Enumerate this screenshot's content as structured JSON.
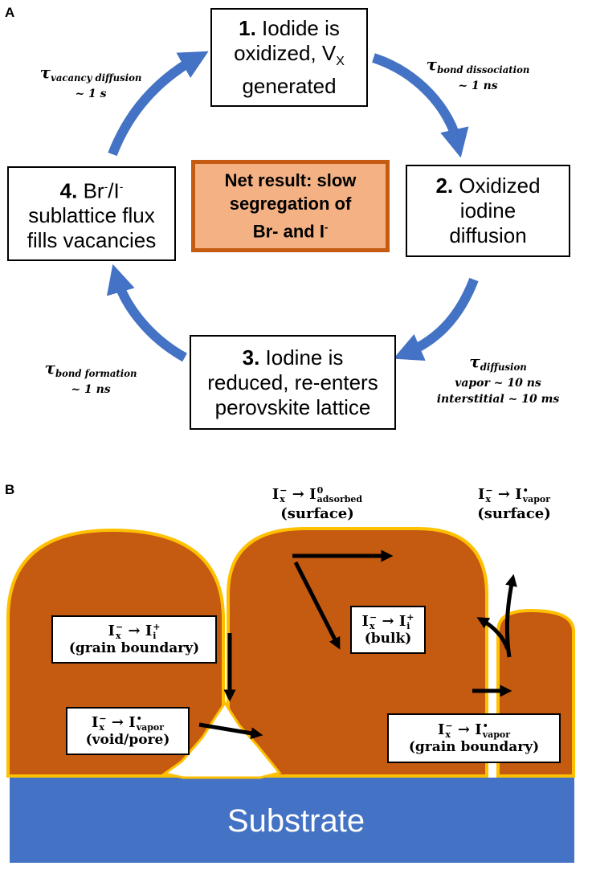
{
  "panel_a": {
    "letter": "A",
    "step1": {
      "num": "1.",
      "line1": "Iodide is",
      "line2": "oxidized, V",
      "sub": "X",
      "line3": "generated"
    },
    "step2": {
      "num": "2.",
      "line1": "Oxidized",
      "line2": "iodine",
      "line3": "diffusion"
    },
    "step3": {
      "num": "3.",
      "line1": "Iodine is",
      "line2": "reduced, re-enters",
      "line3": "perovskite lattice"
    },
    "step4": {
      "num": "4.",
      "line1a": "Br",
      "line1b": "/I",
      "line2": "sublattice flux",
      "line3": "fills vacancies"
    },
    "center": {
      "line1": "Net result: slow",
      "line2": "segregation of",
      "line3a": "Br- and I"
    },
    "tau_vacancy": {
      "symbol": "τ",
      "sub": "vacancy diffusion",
      "value": "~ 1 s"
    },
    "tau_dissociation": {
      "symbol": "τ",
      "sub": "bond dissociation",
      "value": "~ 1 ns"
    },
    "tau_formation": {
      "symbol": "τ",
      "sub": "bond formation",
      "value": "~ 1 ns"
    },
    "tau_diffusion": {
      "symbol": "τ",
      "sub": "diffusion",
      "vapor": "vapor ~ 10 ns",
      "interstitial": "interstitial ~ 10 ms"
    },
    "colors": {
      "arrow": "#4472c4",
      "center_fill": "#f4b183",
      "center_border": "#c55a11"
    }
  },
  "panel_b": {
    "letter": "B",
    "base": "I",
    "arrow": "→",
    "x_sub": "x",
    "minus": "−",
    "eq_adsorbed": {
      "target_sup": "0",
      "target_sub": "adsorbed",
      "label": "(surface)"
    },
    "eq_vapor_surface": {
      "target_sup": "•",
      "target_sub": "vapor",
      "label": "(surface)"
    },
    "eq_grain_boundary": {
      "target_sup": "+",
      "target_sub": "i",
      "label": "(grain boundary)"
    },
    "eq_bulk": {
      "target_sup": "+",
      "target_sub": "i",
      "label": "(bulk)"
    },
    "eq_void": {
      "target_sup": "•",
      "target_sub": "vapor",
      "label": "(void/pore)"
    },
    "eq_vapor_gb": {
      "target_sup": "•",
      "target_sub": "vapor",
      "label": "(grain boundary)"
    },
    "substrate": "Substrate",
    "colors": {
      "grain": "#c55a11",
      "grain_border": "#ffc000",
      "substrate": "#4472c4"
    }
  }
}
